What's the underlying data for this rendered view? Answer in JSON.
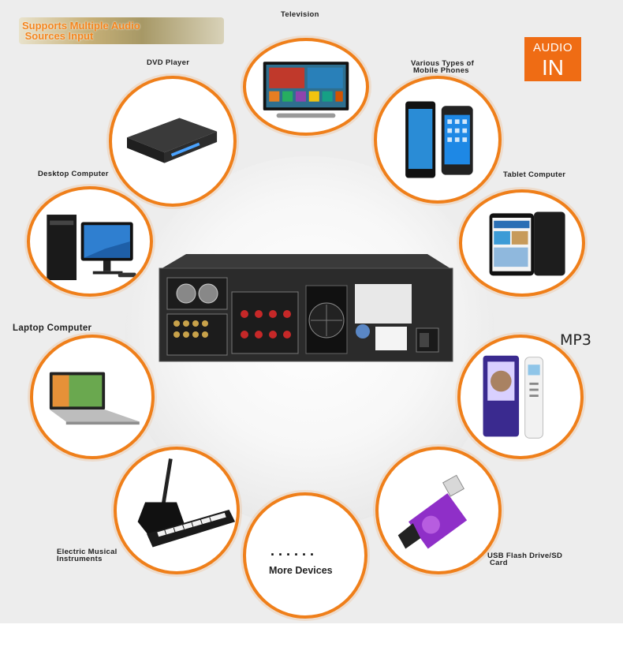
{
  "header": {
    "title_line1": "Supports Multiple Audio",
    "title_line2": "Sources Input"
  },
  "badge": {
    "line1": "AUDIO",
    "line2": "IN"
  },
  "sources": {
    "television": "Television",
    "dvd": "DVD Player",
    "mobile_line1": "Various Types of",
    "mobile_line2": "Mobile Phones",
    "desktop": "Desktop Computer",
    "tablet": "Tablet Computer",
    "laptop": "Laptop Computer",
    "mp3": "MP3",
    "instruments_line1": "Electric Musical",
    "instruments_line2": "Instruments",
    "more": "More Devices",
    "more_dots": "......",
    "usb_line1": "USB Flash Drive/SD",
    "usb_line2": "Card"
  },
  "colors": {
    "accent": "#ef7f1a",
    "badge": "#ef6c14"
  }
}
